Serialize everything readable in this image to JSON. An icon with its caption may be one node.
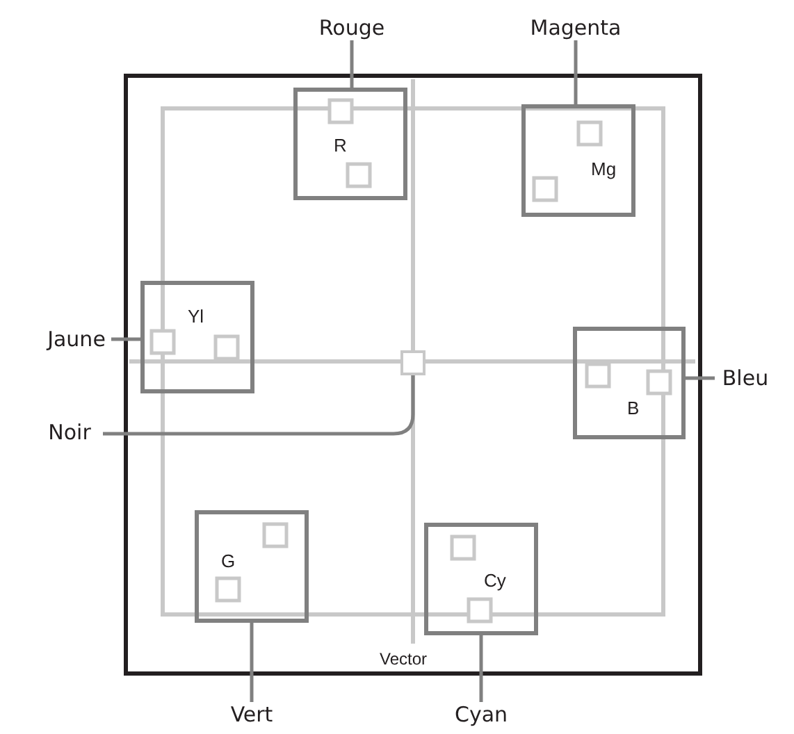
{
  "diagram": {
    "nodes": [
      {
        "text": [
          "Rouge"
        ]
      },
      {
        "text": [
          "Magenta"
        ]
      },
      {
        "text": [
          "Vector"
        ]
      },
      {
        "text": [
          "R"
        ],
        "in": 2
      },
      {
        "text": [
          "Mg"
        ],
        "in": 2
      },
      {
        "text": [
          "Yl"
        ],
        "in": 2
      },
      {
        "text": [
          "B"
        ],
        "in": 2
      },
      {
        "text": [],
        "shape": "box",
        "in": 2
      },
      {
        "text": [
          "G"
        ],
        "in": 2
      },
      {
        "text": [
          "Cy"
        ],
        "in": 2
      },
      {
        "text": [
          "Jaune"
        ]
      },
      {
        "text": [
          "Noir"
        ]
      },
      {
        "text": [
          "Bleu"
        ]
      },
      {
        "text": [
          "Vert"
        ]
      },
      {
        "text": [
          "Cyan"
        ]
      }
    ],
    "edges": [
      {
        "from": 0,
        "to": 3,
        "arrow": "none"
      },
      {
        "from": 1,
        "to": 4,
        "arrow": "none"
      },
      {
        "from": 10,
        "to": 5,
        "arrow": "none"
      },
      {
        "from": 11,
        "to": 7,
        "arrow": "none"
      },
      {
        "from": 12,
        "to": 6,
        "arrow": "none"
      },
      {
        "from": 13,
        "to": 8,
        "arrow": "none"
      },
      {
        "from": 14,
        "to": 9,
        "arrow": "none"
      }
    ]
  }
}
